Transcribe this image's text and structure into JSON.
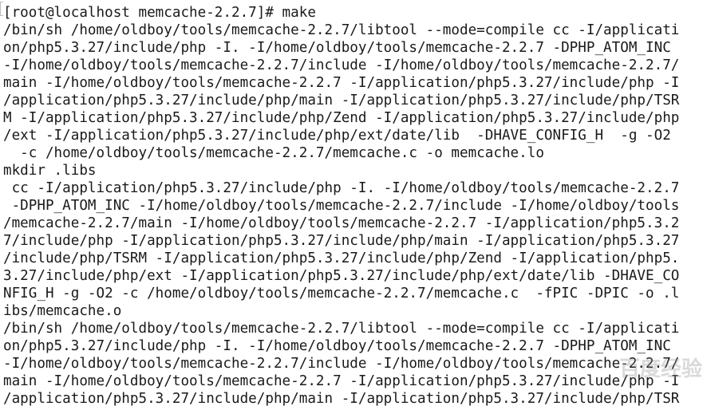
{
  "terminal": {
    "lines": [
      "[root@localhost memcache-2.2.7]# make",
      "/bin/sh /home/oldboy/tools/memcache-2.2.7/libtool --mode=compile cc -I/applicati",
      "on/php5.3.27/include/php -I. -I/home/oldboy/tools/memcache-2.2.7 -DPHP_ATOM_INC",
      "-I/home/oldboy/tools/memcache-2.2.7/include -I/home/oldboy/tools/memcache-2.2.7/",
      "main -I/home/oldboy/tools/memcache-2.2.7 -I/application/php5.3.27/include/php -I",
      "/application/php5.3.27/include/php/main -I/application/php5.3.27/include/php/TSR",
      "M -I/application/php5.3.27/include/php/Zend -I/application/php5.3.27/include/php",
      "/ext -I/application/php5.3.27/include/php/ext/date/lib  -DHAVE_CONFIG_H  -g -O2",
      "  -c /home/oldboy/tools/memcache-2.2.7/memcache.c -o memcache.lo",
      "mkdir .libs",
      " cc -I/application/php5.3.27/include/php -I. -I/home/oldboy/tools/memcache-2.2.7",
      " -DPHP_ATOM_INC -I/home/oldboy/tools/memcache-2.2.7/include -I/home/oldboy/tools",
      "/memcache-2.2.7/main -I/home/oldboy/tools/memcache-2.2.7 -I/application/php5.3.2",
      "7/include/php -I/application/php5.3.27/include/php/main -I/application/php5.3.27",
      "/include/php/TSRM -I/application/php5.3.27/include/php/Zend -I/application/php5.",
      "3.27/include/php/ext -I/application/php5.3.27/include/php/ext/date/lib -DHAVE_CO",
      "NFIG_H -g -O2 -c /home/oldboy/tools/memcache-2.2.7/memcache.c  -fPIC -DPIC -o .l",
      "ibs/memcache.o",
      "/bin/sh /home/oldboy/tools/memcache-2.2.7/libtool --mode=compile cc -I/applicati",
      "on/php5.3.27/include/php -I. -I/home/oldboy/tools/memcache-2.2.7 -DPHP_ATOM_INC",
      "-I/home/oldboy/tools/memcache-2.2.7/include -I/home/oldboy/tools/memcache-2.2.7/",
      "main -I/home/oldboy/tools/memcache-2.2.7 -I/application/php5.3.27/include/php -I",
      "/application/php5.3.27/include/php/main -I/application/php5.3.27/include/php/TSR"
    ]
  },
  "watermark": {
    "text": "百度经验"
  }
}
